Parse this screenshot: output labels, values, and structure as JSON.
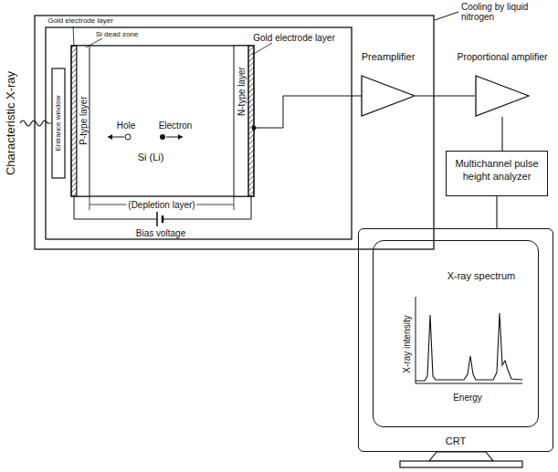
{
  "diagram": {
    "nodes": [
      {
        "text": [
          "Preamplifier"
        ]
      },
      {
        "text": [
          "Proportional amplifier"
        ]
      },
      {
        "text": [
          "Multichannel pulse height analyzer"
        ]
      },
      {
        "text": [
          "CRT"
        ]
      },
      {
        "text": [
          "X-ray spectrum",
          "X-ray intensity",
          "Energy"
        ],
        "in": 3
      }
    ],
    "edges": [
      {
        "from": 0,
        "to": 1,
        "arrow": "none"
      },
      {
        "from": 1,
        "to": 2,
        "arrow": "none"
      },
      {
        "from": 2,
        "to": 3,
        "arrow": "none"
      }
    ],
    "labels": [
      "Characteristic X-ray",
      "Cooling by liquid nitrogen",
      "Gold electrode layer",
      "Si dead zone",
      "Entrance window",
      "P-type layer",
      "Hole",
      "Electron",
      "Si (Li)",
      "Gold electrode layer",
      "N-type layer",
      "(Depletion layer)",
      "Bias voltage"
    ]
  }
}
